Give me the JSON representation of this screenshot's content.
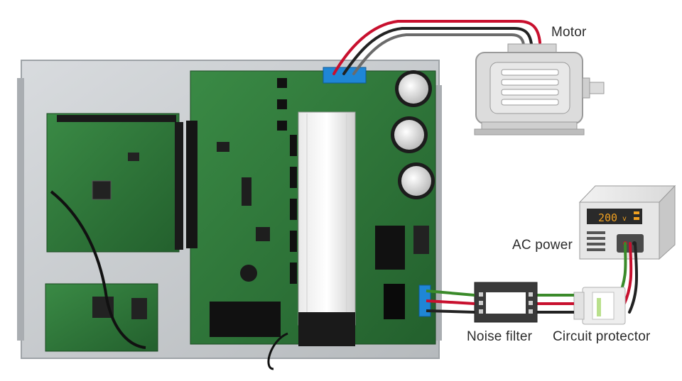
{
  "labels": {
    "motor": "Motor",
    "ac_power": "AC power",
    "noise_filter": "Noise filter",
    "circuit_protector": "Circuit protector",
    "psu_display": "200",
    "psu_unit": "v"
  },
  "colors": {
    "wire_red": "#c8102e",
    "wire_black": "#222222",
    "wire_green": "#3a8a2a",
    "wire_gray": "#555555",
    "pcb_green": "#2f7a3a",
    "chassis": "#c9cdd0",
    "device_gray": "#dcdcdc",
    "terminal_blue": "#1f86d6",
    "display_amber": "#f0a020"
  },
  "icons": [
    "motor-icon",
    "ac-power-supply-icon",
    "noise-filter-icon",
    "circuit-protector-icon",
    "inverter-board-photo"
  ]
}
